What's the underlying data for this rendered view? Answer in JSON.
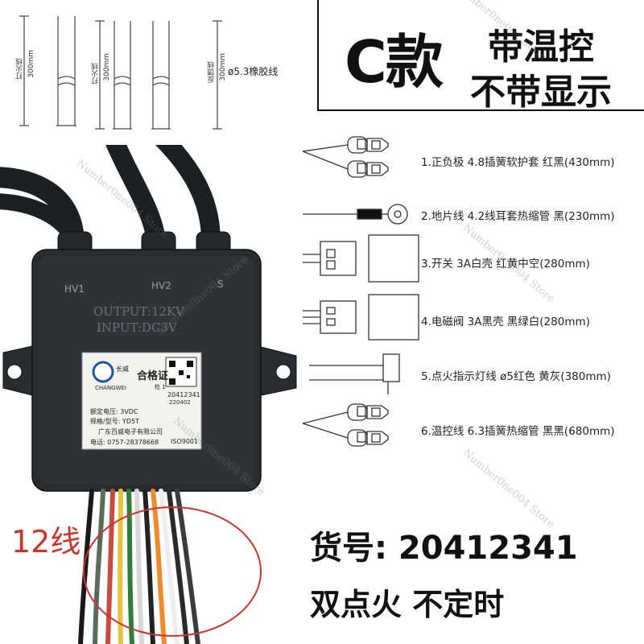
{
  "cables": {
    "labels": [
      "打火线",
      "打火线",
      "反馈线"
    ],
    "lengths": [
      "300mm",
      "300mm",
      "300mm"
    ],
    "wire_type": "ø5.3橡胶线"
  },
  "title": {
    "model": "C款",
    "line1": "带温控",
    "line2": "不带显示"
  },
  "connectors": [
    "1.正负极 4.8插簧软护套 红黑(430mm)",
    "2.地片线 4.2线耳套热缩管 黑(230mm)",
    "3.开关 3A白壳 红黄中空(280mm)",
    "4.电磁阀 3A黑壳 黑绿白(280mm)",
    "5.点火指示灯线 ø5红色 黄灰(380mm)",
    "6.温控线 6.3插簧热缩管 黑黑(680mm)"
  ],
  "device": {
    "ports": [
      "HV1",
      "HV2",
      "S"
    ],
    "output": "OUTPUT:12KV",
    "input": "INPUT:DC3V",
    "brand_cn": "长威",
    "brand_en": "CHANGWEI",
    "cert": "合格证",
    "inspect": "检 1",
    "serial": "20412341",
    "date": "220402",
    "rated": "额定电压: 3VDC",
    "spec": "规格/型号: YD5T",
    "company": "广东百威电子有限公司",
    "phone": "电话: 0757-28378668",
    "iso": "ISO9001"
  },
  "wire_count": "12线",
  "item_no": "货号: 20412341",
  "features": "双点火 不定时",
  "watermark": "Number0ne004 Store",
  "colors": {
    "accent_red": "#d0322e",
    "device_body": "#2a2c30"
  }
}
